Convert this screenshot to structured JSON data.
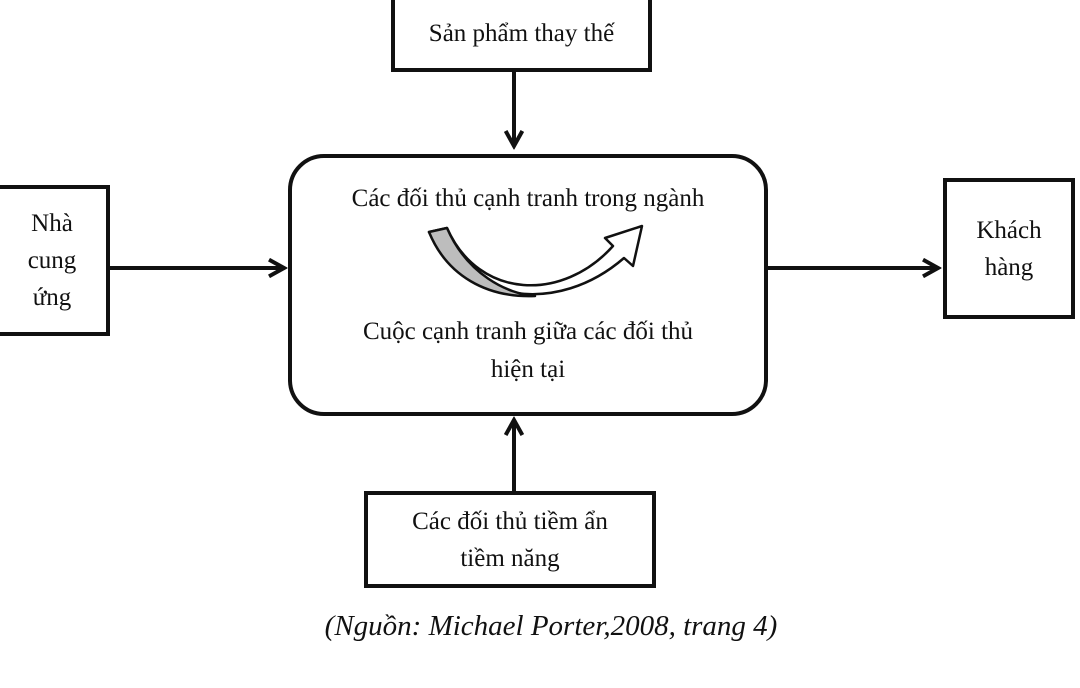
{
  "diagram": {
    "substitutes": "Sản phẩm thay thế",
    "suppliers": [
      "Nhà",
      "cung",
      "ứng"
    ],
    "customers": [
      "Khách",
      "hàng"
    ],
    "entrants": [
      "Các đối thủ tiềm ẩn",
      "tiềm năng"
    ],
    "center": {
      "title": "Các đối thủ cạnh tranh trong ngành",
      "subtitle": [
        "Cuộc cạnh tranh giữa các đối thủ",
        "hiện tại"
      ]
    },
    "source": "(Nguồn: Michael Porter,2008, trang 4)"
  }
}
